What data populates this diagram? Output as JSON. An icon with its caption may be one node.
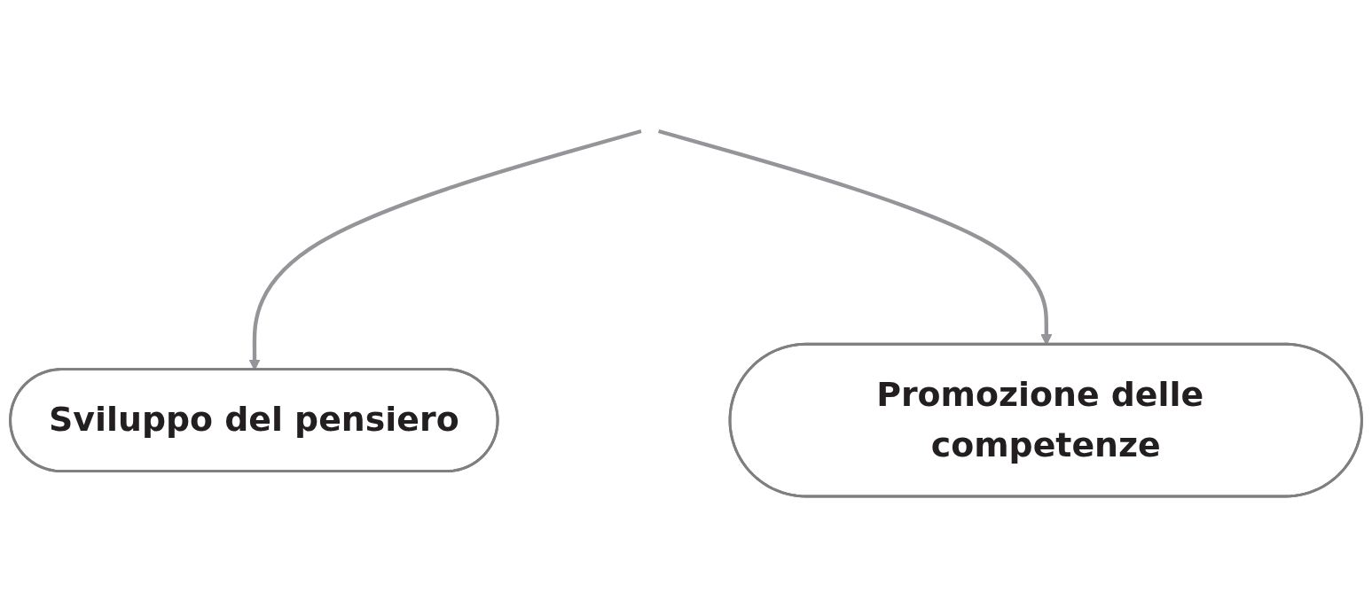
{
  "diagram": {
    "nodes": [
      {
        "text": [
          "Sviluppo del pensiero"
        ]
      },
      {
        "text": [
          "Promozione delle competenze"
        ]
      }
    ],
    "edges": [
      {
        "from": null,
        "to": 0,
        "arrow": "to"
      },
      {
        "from": null,
        "to": 1,
        "arrow": "to"
      }
    ]
  }
}
